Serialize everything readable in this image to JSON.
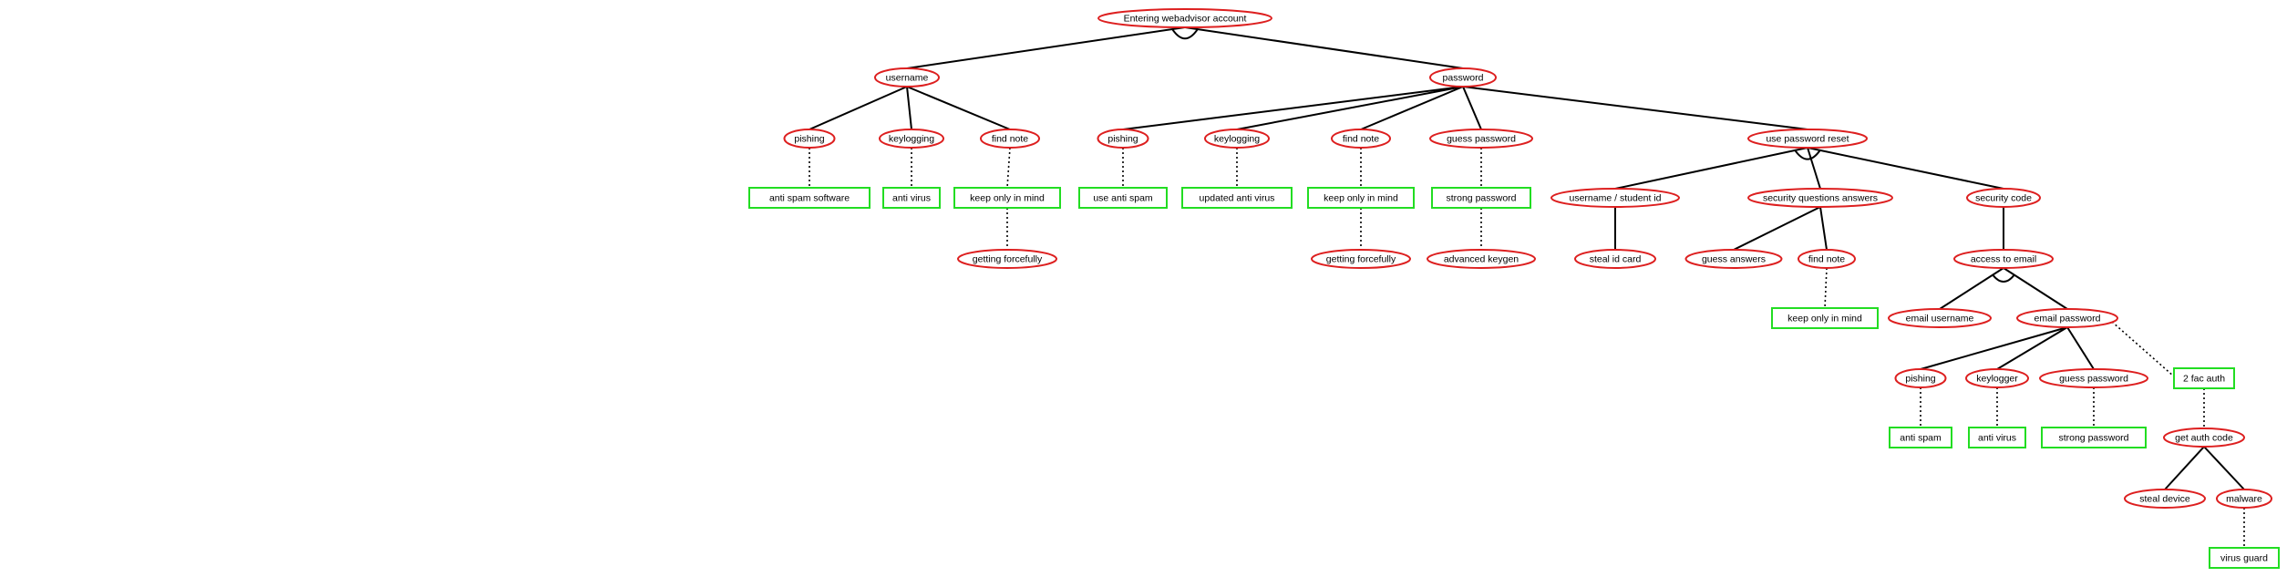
{
  "colors": {
    "attack": "#dd1f1f",
    "defense": "#22dd22",
    "edge": "#000000"
  },
  "nodes": {
    "root": "Entering webadvisor account",
    "username": "username",
    "password": "password",
    "u_pishing": "pishing",
    "u_keylogging": "keylogging",
    "u_findnote": "find note",
    "u_antispam": "anti spam software",
    "u_antivirus": "anti virus",
    "u_keepmind": "keep only in mind",
    "u_forcefully": "getting forcefully",
    "p_pishing": "pishing",
    "p_keylogging": "keylogging",
    "p_findnote": "find note",
    "p_guess": "guess password",
    "p_reset": "use password reset",
    "p_antispam": "use anti spam",
    "p_antivirus": "updated anti virus",
    "p_keepmind": "keep only in mind",
    "p_strong": "strong password",
    "p_forcefully": "getting forcefully",
    "p_keygen": "advanced keygen",
    "r_studentid": "username / student id",
    "r_questions": "security questions answers",
    "r_code": "security code",
    "r_stealcard": "steal id card",
    "r_guessanswers": "guess answers",
    "r_findnote": "find note",
    "r_keepmind": "keep only in mind",
    "r_email": "access to email",
    "e_username": "email username",
    "e_password": "email password",
    "e_pishing": "pishing",
    "e_keylogger": "keylogger",
    "e_guess": "guess password",
    "e_2fa": "2 fac auth",
    "e_antispam": "anti spam",
    "e_antivirus": "anti virus",
    "e_strong": "strong password",
    "e_getcode": "get auth code",
    "e_stealdevice": "steal device",
    "e_malware": "malware",
    "e_virusguard": "virus guard"
  }
}
